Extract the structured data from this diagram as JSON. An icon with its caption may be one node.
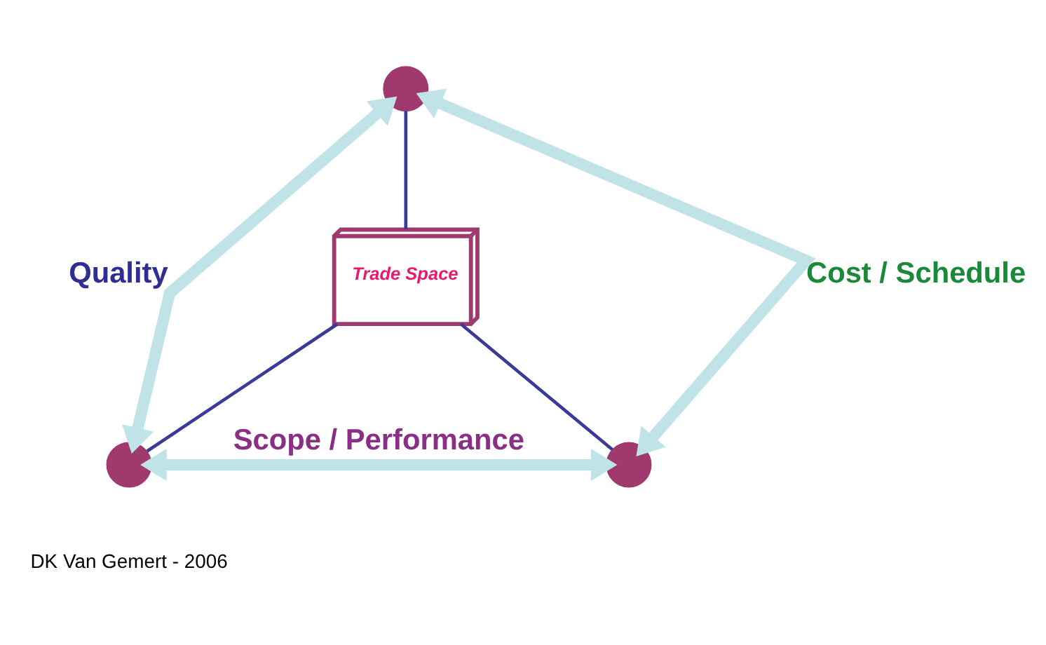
{
  "diagram": {
    "nodes": [
      {
        "text": [],
        "shape": "circle"
      },
      {
        "text": [
          "Trade Space"
        ]
      },
      {
        "text": [],
        "shape": "circle"
      },
      {
        "text": [],
        "shape": "circle"
      }
    ],
    "edges": [
      {
        "from": 0,
        "to": 2,
        "arrow": "both",
        "label": "Quality",
        "style": "thick",
        "color": "#bfe3e6"
      },
      {
        "from": 0,
        "to": 3,
        "arrow": "both",
        "label": "Cost / Schedule",
        "style": "thick",
        "color": "#bfe3e6"
      },
      {
        "from": 2,
        "to": 3,
        "arrow": "both",
        "label": "Scope / Performance",
        "style": "thick",
        "color": "#bfe3e6"
      },
      {
        "from": 0,
        "to": 1,
        "arrow": "none",
        "color": "#3a3a9a"
      },
      {
        "from": 1,
        "to": 2,
        "arrow": "none",
        "color": "#3a3a9a"
      },
      {
        "from": 1,
        "to": 3,
        "arrow": "none",
        "color": "#3a3a9a"
      }
    ],
    "labels": [
      "DK Van Gemert - 2006"
    ]
  }
}
